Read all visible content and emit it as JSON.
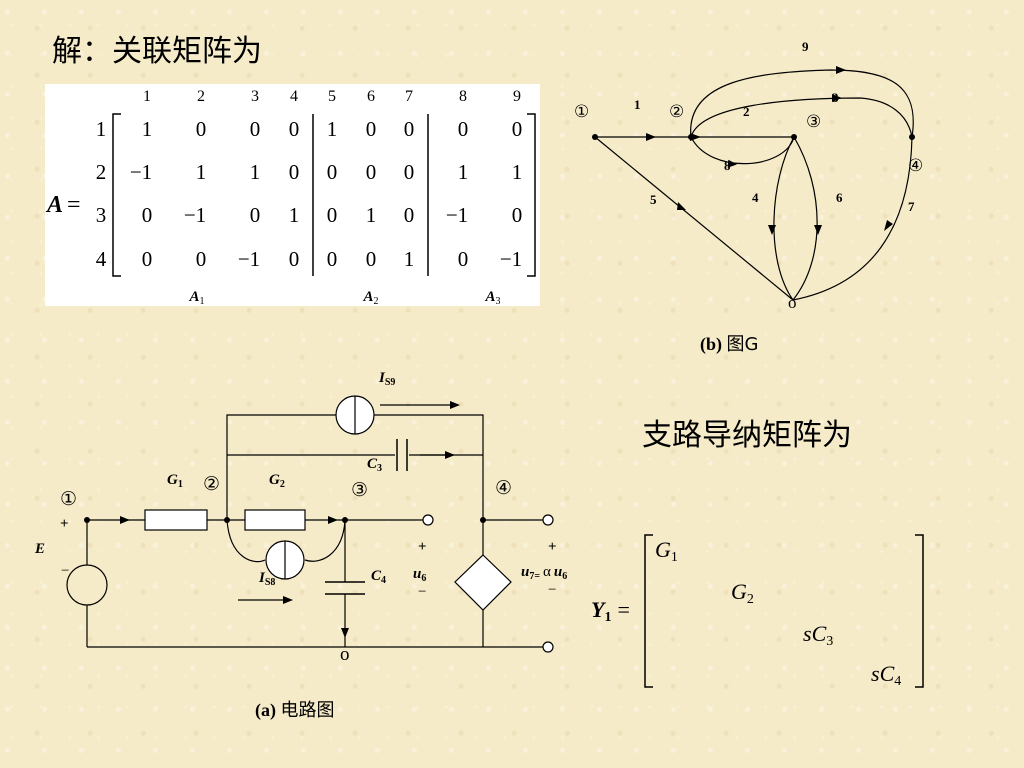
{
  "title": "解：关联矩阵为",
  "incidence_matrix": {
    "lhs": "A =",
    "col_labels": [
      "1",
      "2",
      "3",
      "4",
      "5",
      "6",
      "7",
      "8",
      "9"
    ],
    "row_labels": [
      "1",
      "2",
      "3",
      "4"
    ],
    "rows": [
      [
        "1",
        "0",
        "0",
        "0",
        "1",
        "0",
        "0",
        "0",
        "0"
      ],
      [
        "−1",
        "1",
        "1",
        "0",
        "0",
        "0",
        "0",
        "1",
        "1"
      ],
      [
        "0",
        "−1",
        "0",
        "1",
        "0",
        "1",
        "0",
        "−1",
        "0"
      ],
      [
        "0",
        "0",
        "−1",
        "0",
        "0",
        "0",
        "1",
        "0",
        "−1"
      ]
    ],
    "blocks": [
      {
        "name": "A",
        "sub": "1"
      },
      {
        "name": "A",
        "sub": "2"
      },
      {
        "name": "A",
        "sub": "3"
      }
    ]
  },
  "graph": {
    "caption_prefix": "(b)",
    "caption_cn": "图G",
    "nodes": [
      "①",
      "②",
      "③",
      "④",
      "o"
    ],
    "branches": [
      "1",
      "2",
      "3",
      "4",
      "5",
      "6",
      "7",
      "8",
      "9"
    ]
  },
  "circuit": {
    "caption_prefix": "(a)",
    "caption_cn": "电路图",
    "nodes": [
      "①",
      "②",
      "③",
      "④",
      "o"
    ],
    "source_E": "E",
    "plus": "+",
    "minus": "−",
    "G1": {
      "sym": "G",
      "sub": "1"
    },
    "G2": {
      "sym": "G",
      "sub": "2"
    },
    "C3": {
      "sym": "C",
      "sub": "3"
    },
    "C4": {
      "sym": "C",
      "sub": "4"
    },
    "IS9": {
      "sym": "I",
      "sub": "S9"
    },
    "IS8": {
      "sym": "I",
      "sub": "S8"
    },
    "u6": {
      "sym": "u",
      "sub": "6"
    },
    "u7": {
      "sym": "u",
      "sub": "7=",
      "alpha": "α",
      "sym2": "u",
      "sub2": "6"
    }
  },
  "admittance": {
    "title": "支路导纳矩阵为",
    "lhs_sym": "Y",
    "lhs_sub": "1",
    "eq": "=",
    "diag": [
      {
        "pre": "",
        "sym": "G",
        "sub": "1"
      },
      {
        "pre": "",
        "sym": "G",
        "sub": "2"
      },
      {
        "pre": "s",
        "sym": "C",
        "sub": "3"
      },
      {
        "pre": "s",
        "sym": "C",
        "sub": "4"
      }
    ]
  }
}
